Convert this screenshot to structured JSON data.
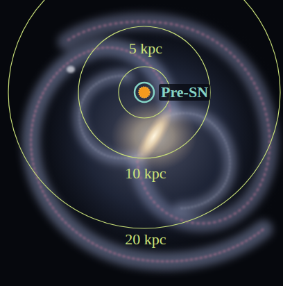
{
  "diagram": {
    "labels": [
      "5 kpc",
      "10 kpc",
      "20 kpc",
      "Pre-SN"
    ]
  }
}
